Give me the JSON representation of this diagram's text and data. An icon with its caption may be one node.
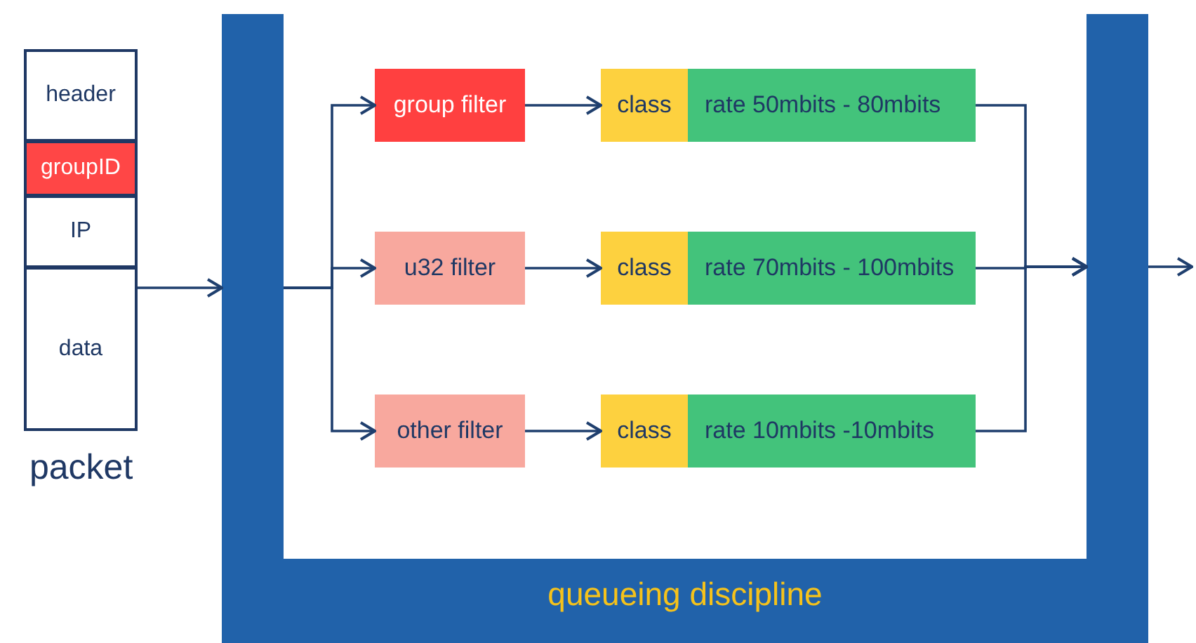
{
  "diagram": {
    "nodes": [
      {
        "text": [
          "packet"
        ]
      },
      {
        "text": [
          "header"
        ],
        "in": 0
      },
      {
        "text": [
          "groupID"
        ],
        "in": 0
      },
      {
        "text": [
          "IP"
        ],
        "in": 0
      },
      {
        "text": [
          "data"
        ],
        "in": 0
      },
      {
        "text": [
          "queueing discipline"
        ]
      },
      {
        "text": [
          "group filter"
        ],
        "in": 5
      },
      {
        "text": [
          "class"
        ],
        "in": 5
      },
      {
        "text": [
          "rate 50mbits - 80mbits"
        ],
        "in": 5
      },
      {
        "text": [
          "u32 filter"
        ],
        "in": 5
      },
      {
        "text": [
          "class"
        ],
        "in": 5
      },
      {
        "text": [
          "rate 70mbits - 100mbits"
        ],
        "in": 5
      },
      {
        "text": [
          "other filter"
        ],
        "in": 5
      },
      {
        "text": [
          "class"
        ],
        "in": 5
      },
      {
        "text": [
          "rate 10mbits -10mbits"
        ],
        "in": 5
      }
    ],
    "edges": [
      {
        "from": 0,
        "to": 5,
        "arrow": "to"
      },
      {
        "from": 5,
        "to": 6,
        "arrow": "to"
      },
      {
        "from": 5,
        "to": 9,
        "arrow": "to"
      },
      {
        "from": 5,
        "to": 12,
        "arrow": "to"
      },
      {
        "from": 6,
        "to": 7,
        "arrow": "to"
      },
      {
        "from": 9,
        "to": 10,
        "arrow": "to"
      },
      {
        "from": 12,
        "to": 13,
        "arrow": "to"
      },
      {
        "from": 8,
        "to": 5,
        "arrow": "to"
      },
      {
        "from": 11,
        "to": 5,
        "arrow": "to"
      },
      {
        "from": 14,
        "to": 5,
        "arrow": "to"
      },
      {
        "from": 5,
        "to": null,
        "arrow": "to"
      }
    ]
  }
}
